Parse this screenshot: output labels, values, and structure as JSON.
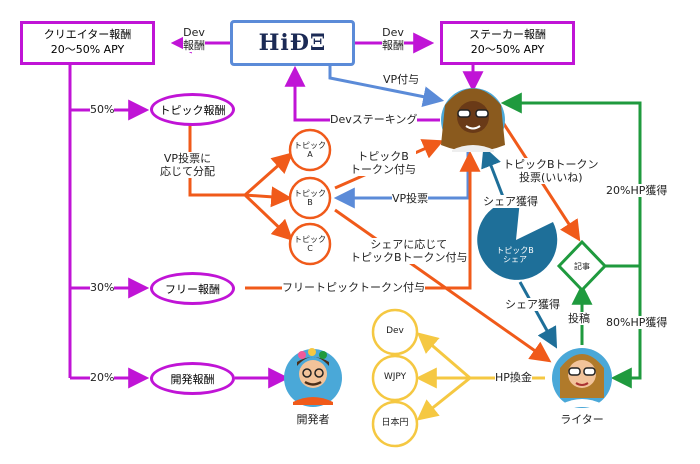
{
  "nodes": {
    "hide_logo": "HiÐΞ",
    "creator_reward": "クリエイター報酬\n20〜50% APY",
    "staker_reward": "ステーカー報酬\n20〜50% APY",
    "topic_reward": "トピック報酬",
    "free_reward": "フリー報酬",
    "dev_reward": "開発報酬",
    "topic_a": "トピック\nA",
    "topic_b": "トピック\nB",
    "topic_c": "トピック\nC",
    "article": "記事",
    "topic_b_share": "トピックB\nシェア",
    "token_dev": "Dev",
    "token_wjpy": "WJPY",
    "token_jpy": "日本円",
    "developer": "開発者",
    "writer": "ライター"
  },
  "edge_labels": {
    "dev_reward_left": "Dev\n報酬",
    "dev_reward_right": "Dev\n報酬",
    "vp_grant": "VP付与",
    "dev_staking": "Devステーキング",
    "vp_distribution": "VP投票に\n応じて分配",
    "topic_b_token_grant": "トピックB\nトークン付与",
    "vp_vote": "VP投票",
    "share_based_grant": "シェアに応じて\nトピックBトークン付与",
    "free_topic_token_grant": "フリートピックトークン付与",
    "topic_b_token_vote": "トピックBトークン\n投票(いいね)",
    "share_earned_top": "シェア獲得",
    "share_earned_bottom": "シェア獲得",
    "post": "投稿",
    "hp_exchange": "HP換金",
    "hp_20": "20%HP獲得",
    "hp_80": "80%HP獲得",
    "pct_50": "50%",
    "pct_30": "30%",
    "pct_20": "20%"
  },
  "colors": {
    "purple": "#c014d6",
    "orange": "#f05a1a",
    "blue": "#5b8bd8",
    "green": "#1f9a3e",
    "teal": "#1e6f99",
    "yellow": "#f5c842",
    "logo_border": "#5b8bd8"
  }
}
